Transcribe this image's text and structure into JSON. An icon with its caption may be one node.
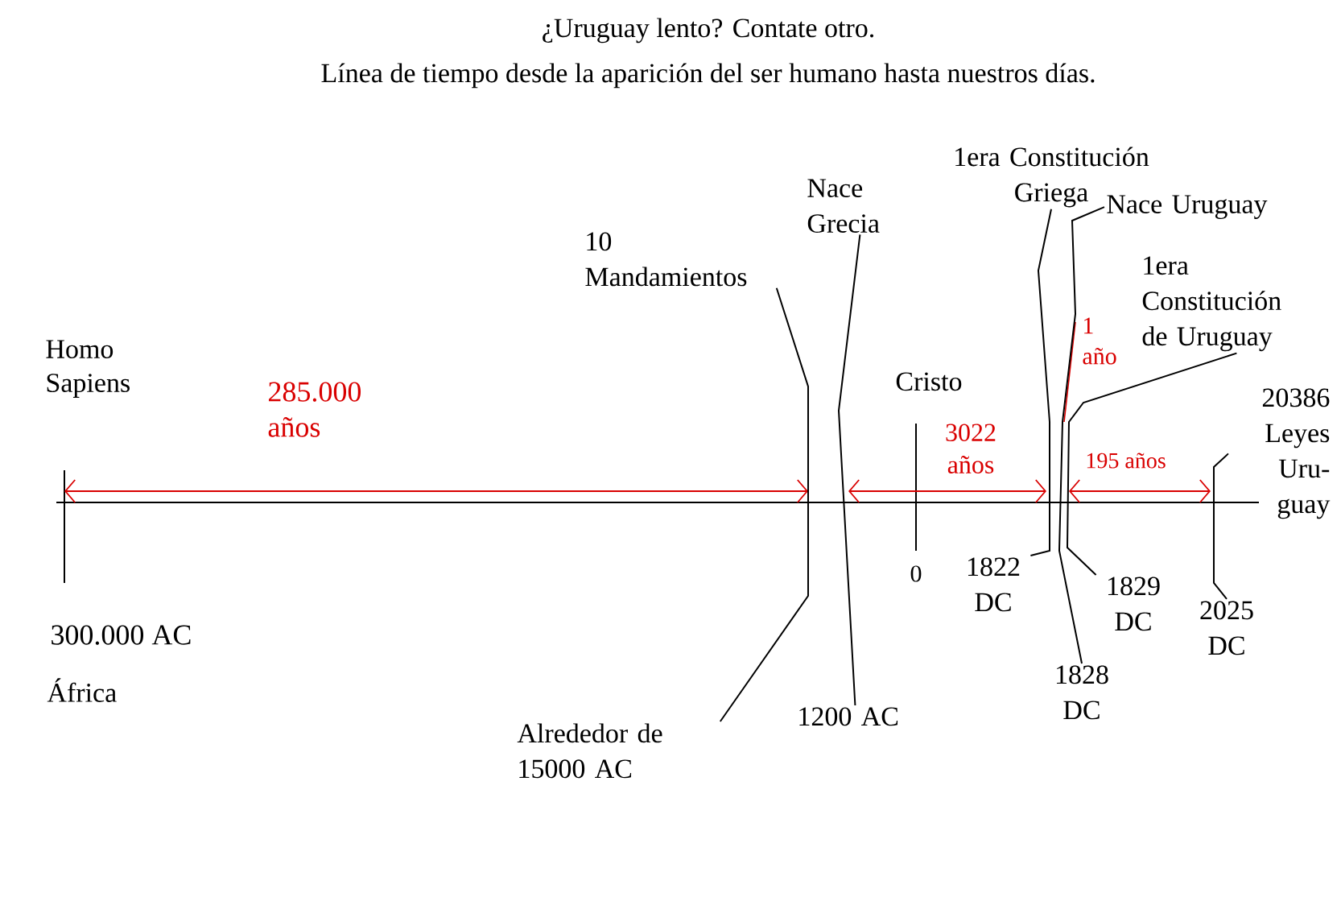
{
  "diagram": {
    "title": "¿Uruguay lento? Contate otro.",
    "nodes": [
      {
        "text": [
          "10 Mandamientos"
        ]
      },
      {
        "text": [
          "Alrededor de 15000 AC"
        ]
      },
      {
        "text": [
          "Nace Grecia"
        ]
      },
      {
        "text": [
          "1200 AC"
        ]
      },
      {
        "text": [
          "1era Constitución Griega"
        ]
      },
      {
        "text": [
          "Nace Uruguay"
        ]
      },
      {
        "text": [
          "1era Constitución de Uruguay"
        ]
      },
      {
        "text": [
          "20386 Leyes Uru- guay"
        ]
      },
      {
        "text": [
          "1822 DC"
        ]
      },
      {
        "text": [
          "1828 DC"
        ]
      },
      {
        "text": [
          "1829 DC"
        ]
      },
      {
        "text": [
          "2025 DC"
        ]
      }
    ],
    "edges": [
      {
        "from": 0,
        "to": 1,
        "arrow": "none"
      },
      {
        "from": 2,
        "to": 3,
        "arrow": "none"
      },
      {
        "from": 4,
        "to": 8,
        "arrow": "none"
      },
      {
        "from": 5,
        "to": 9,
        "arrow": "none"
      },
      {
        "from": 6,
        "to": 10,
        "arrow": "none"
      },
      {
        "from": 7,
        "to": 11,
        "arrow": "none"
      }
    ],
    "labels": [
      "Línea de tiempo desde la aparición del ser humano hasta nuestros días.",
      "Homo Sapiens",
      "285.000 años",
      "Cristo",
      "3022 años",
      "1 año",
      "195 años",
      "300.000 AC",
      "África",
      "0"
    ]
  }
}
